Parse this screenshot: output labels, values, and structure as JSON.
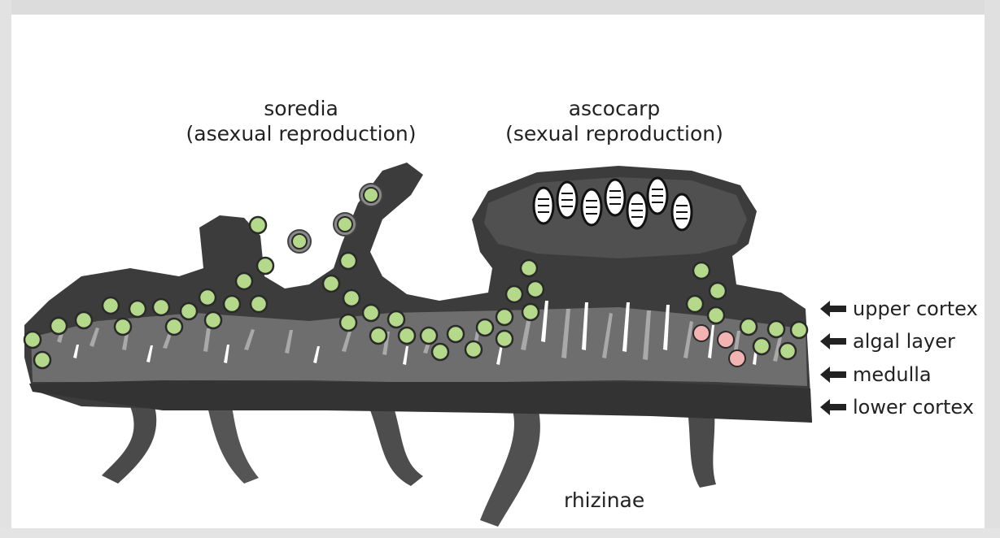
{
  "labels": {
    "soredia_title": "soredia",
    "soredia_sub": "(asexual reproduction)",
    "ascocarp_title": "ascocarp",
    "ascocarp_sub": "(sexual reproduction)",
    "rhizinae": "rhizinae"
  },
  "layers": [
    {
      "label": "upper cortex",
      "icon": "arrow-left-icon"
    },
    {
      "label": "algal layer",
      "icon": "arrow-left-icon"
    },
    {
      "label": "medulla",
      "icon": "arrow-left-icon"
    },
    {
      "label": "lower cortex",
      "icon": "arrow-left-icon"
    }
  ],
  "colors": {
    "dark_tissue": "#3c3c3c",
    "mid_tissue": "#6e6e6e",
    "light_tissue": "#a9a9a9",
    "algal_cell": "#b5d98a",
    "algal_outline": "#2a2a2a",
    "pink_cell": "#f3b3b3",
    "spore_fill": "#ffffff",
    "frame_gray": "#d8d8d8"
  }
}
